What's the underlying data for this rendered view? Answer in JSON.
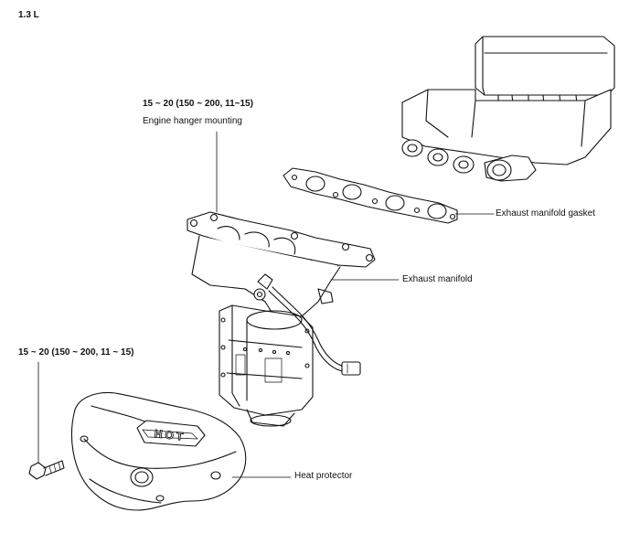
{
  "page_title": "1.3 L",
  "callouts": {
    "hanger_torque": "15 ~ 20 (150 ~ 200, 11~15)",
    "hanger_label": "Engine hanger mounting",
    "gasket_label": "Exhaust manifold gasket",
    "manifold_label": "Exhaust manifold",
    "bolt_torque": "15 ~ 20 (150 ~ 200, 11 ~ 15)",
    "protector_label": "Heat protector"
  },
  "stamp_text": "HOT"
}
